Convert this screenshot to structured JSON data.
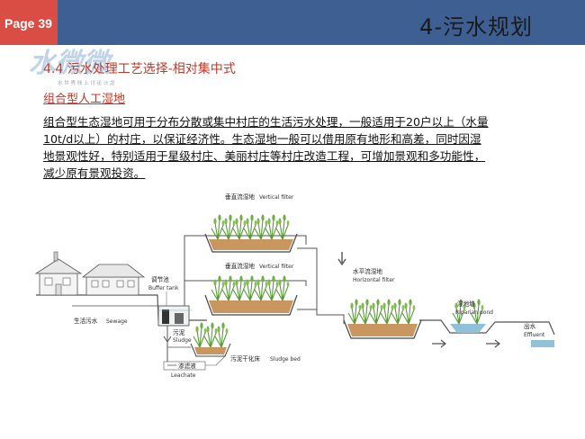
{
  "header": {
    "page_label": "Page 39",
    "title": "4-污水规划"
  },
  "watermark": {
    "text_cn": "水微微",
    "subtext": "水 世 界 线 上 讨 论 沙 龙"
  },
  "content": {
    "section_title": "4.4  污水处理工艺选择-相对集中式",
    "subtitle": "组合型人工湿地",
    "body_lines": [
      "组合型生态湿地可用于分布分散或集中村庄的生活污水处理，一般适用于20户以上（水量",
      "10t/d以上）的村庄，以保证经济性。生态湿地一般可以借用原有地形和高差，同时因湿",
      "地景观性好，特别适用于星级村庄、美丽村庄等村庄改造工程，可增加景观和多功能性，",
      "减少原有景观投资。"
    ]
  },
  "diagram": {
    "vertical_filter_1_cn": "垂直流湿地",
    "vertical_filter_1_en": "Vertical filter",
    "vertical_filter_2_cn": "垂直流湿地",
    "vertical_filter_2_en": "Vertical filter",
    "buffer_tank_cn": "调节池",
    "buffer_tank_en": "Buffer tank",
    "horizontal_filter_cn": "水平流湿地",
    "horizontal_filter_en": "Horizontal filter",
    "riparian_pond_cn": "湿地塘",
    "riparian_pond_en": "Riparian pond",
    "effluent_cn": "出水",
    "effluent_en": "Effluent",
    "sewage_cn": "生活污水",
    "sewage_en": "Sewage",
    "sludge_cn": "污泥",
    "sludge_en": "Sludge",
    "leachate_cn": "渗滤液",
    "leachate_en": "Leachate",
    "sludge_bed_cn": "污泥干化床",
    "sludge_bed_en": "Sludge bed"
  }
}
